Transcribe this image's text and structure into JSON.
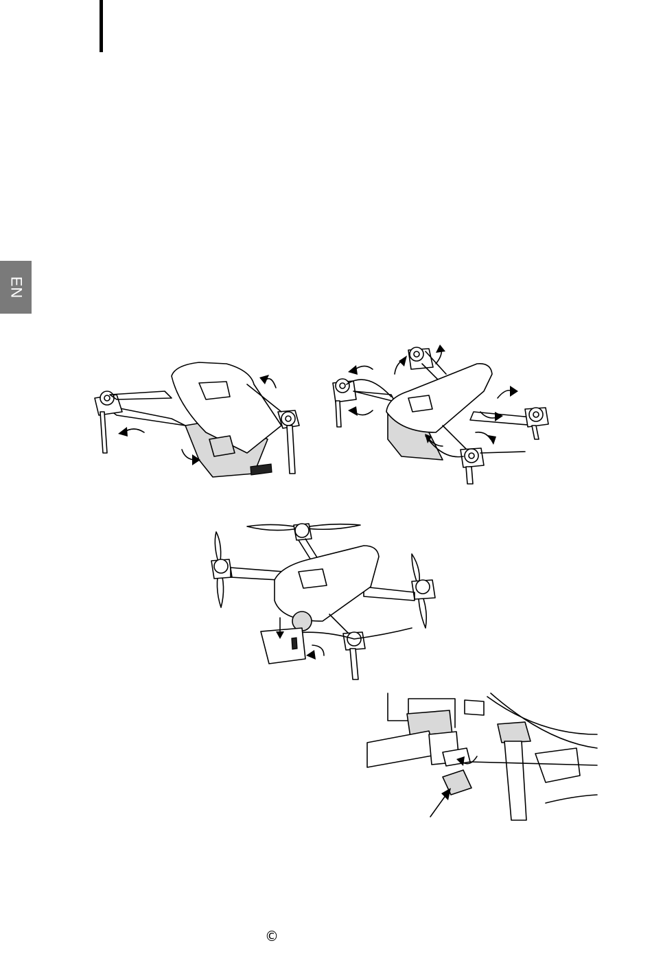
{
  "language_tab": {
    "label": "EN",
    "bg_color": "#7a7a7a"
  },
  "footer": {
    "symbol": "©"
  },
  "figures": [
    {
      "name": "drone-folded",
      "icons": [
        "arrow-icon"
      ]
    },
    {
      "name": "drone-unfolding",
      "icons": [
        "arrow-icon"
      ]
    },
    {
      "name": "drone-battery-install",
      "icons": [
        "arrow-icon"
      ]
    },
    {
      "name": "sd-card-insert",
      "icons": [
        "arrow-icon",
        "sd-card-icon"
      ]
    }
  ]
}
